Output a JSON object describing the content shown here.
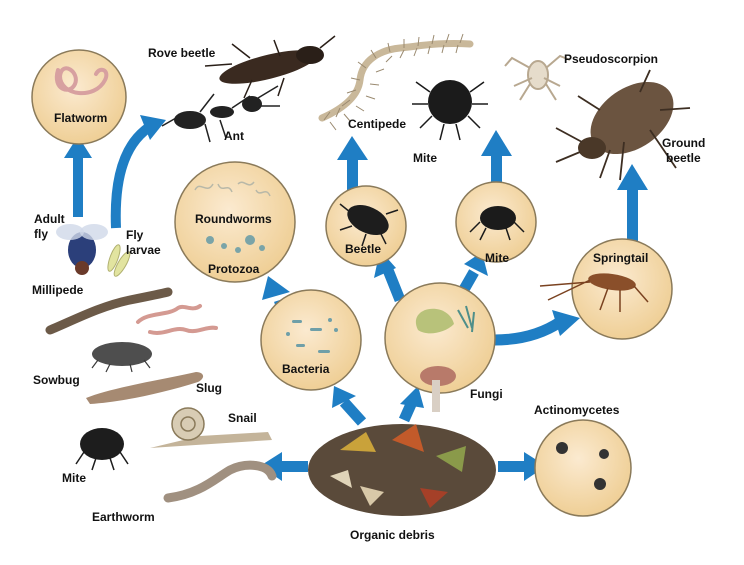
{
  "labels": {
    "rove_beetle": "Rove beetle",
    "pseudoscorpion": "Pseudoscorpion",
    "flatworm": "Flatworm",
    "ant": "Ant",
    "centipede": "Centipede",
    "mite_top": "Mite",
    "ground_beetle_1": "Ground",
    "ground_beetle_2": "beetle",
    "adult_fly_1": "Adult",
    "adult_fly_2": "fly",
    "fly_larvae_1": "Fly",
    "fly_larvae_2": "larvae",
    "roundworms": "Roundworms",
    "protozoa": "Protozoa",
    "beetle": "Beetle",
    "mite_mid": "Mite",
    "springtail": "Springtail",
    "millipede": "Millipede",
    "bacteria": "Bacteria",
    "sowbug": "Sowbug",
    "slug": "Slug",
    "fungi": "Fungi",
    "actinomycetes": "Actinomycetes",
    "snail": "Snail",
    "mite_bottom": "Mite",
    "earthworm": "Earthworm",
    "organic_debris": "Organic debris"
  },
  "colors": {
    "circle_fill": "#f4dcaa",
    "circle_stroke": "#8a7a5a",
    "arrow": "#1f7ec4",
    "text": "#111111"
  }
}
